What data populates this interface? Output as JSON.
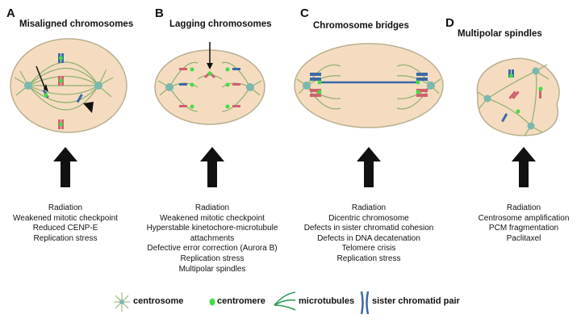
{
  "panels": [
    {
      "letter": "A",
      "title": "Misaligned chromosomes",
      "causes": [
        "Radiation",
        "Weakened mitotic checkpoint",
        "Reduced CENP-E",
        "Replication stress"
      ]
    },
    {
      "letter": "B",
      "title": "Lagging chromosomes",
      "causes": [
        "Radiation",
        "Weakened mitotic checkpoint",
        "Hyperstable kinetochore-microtubule",
        "attachments",
        "Defective error correction (Aurora B)",
        "Replication stress",
        "Multipolar spindles"
      ]
    },
    {
      "letter": "C",
      "title": "Chromosome bridges",
      "causes": [
        "Radiation",
        "Dicentric chromosome",
        "Defects in sister chromatid cohesion",
        "Defects in DNA decatenation",
        "Telomere crisis",
        "Replication stress"
      ]
    },
    {
      "letter": "D",
      "title": "Multipolar spindles",
      "causes": [
        "Radiation",
        "Centrosome amplification",
        "PCM fragmentation",
        "Paclitaxel"
      ]
    }
  ],
  "legend": {
    "centrosome": "centrosome",
    "centromere": "centromere",
    "microtubules": "microtubules",
    "sister_chromatid_pair": "sister chromatid pair"
  },
  "colors": {
    "cell_fill": "#f5dcc0",
    "cell_stroke": "#b8b090",
    "microtubule": "#8fb070",
    "centromere": "#44dd44",
    "chromatid_blue": "#3a6aa8",
    "chromatid_red": "#d06070",
    "centrosome": "#7ab8b0"
  }
}
